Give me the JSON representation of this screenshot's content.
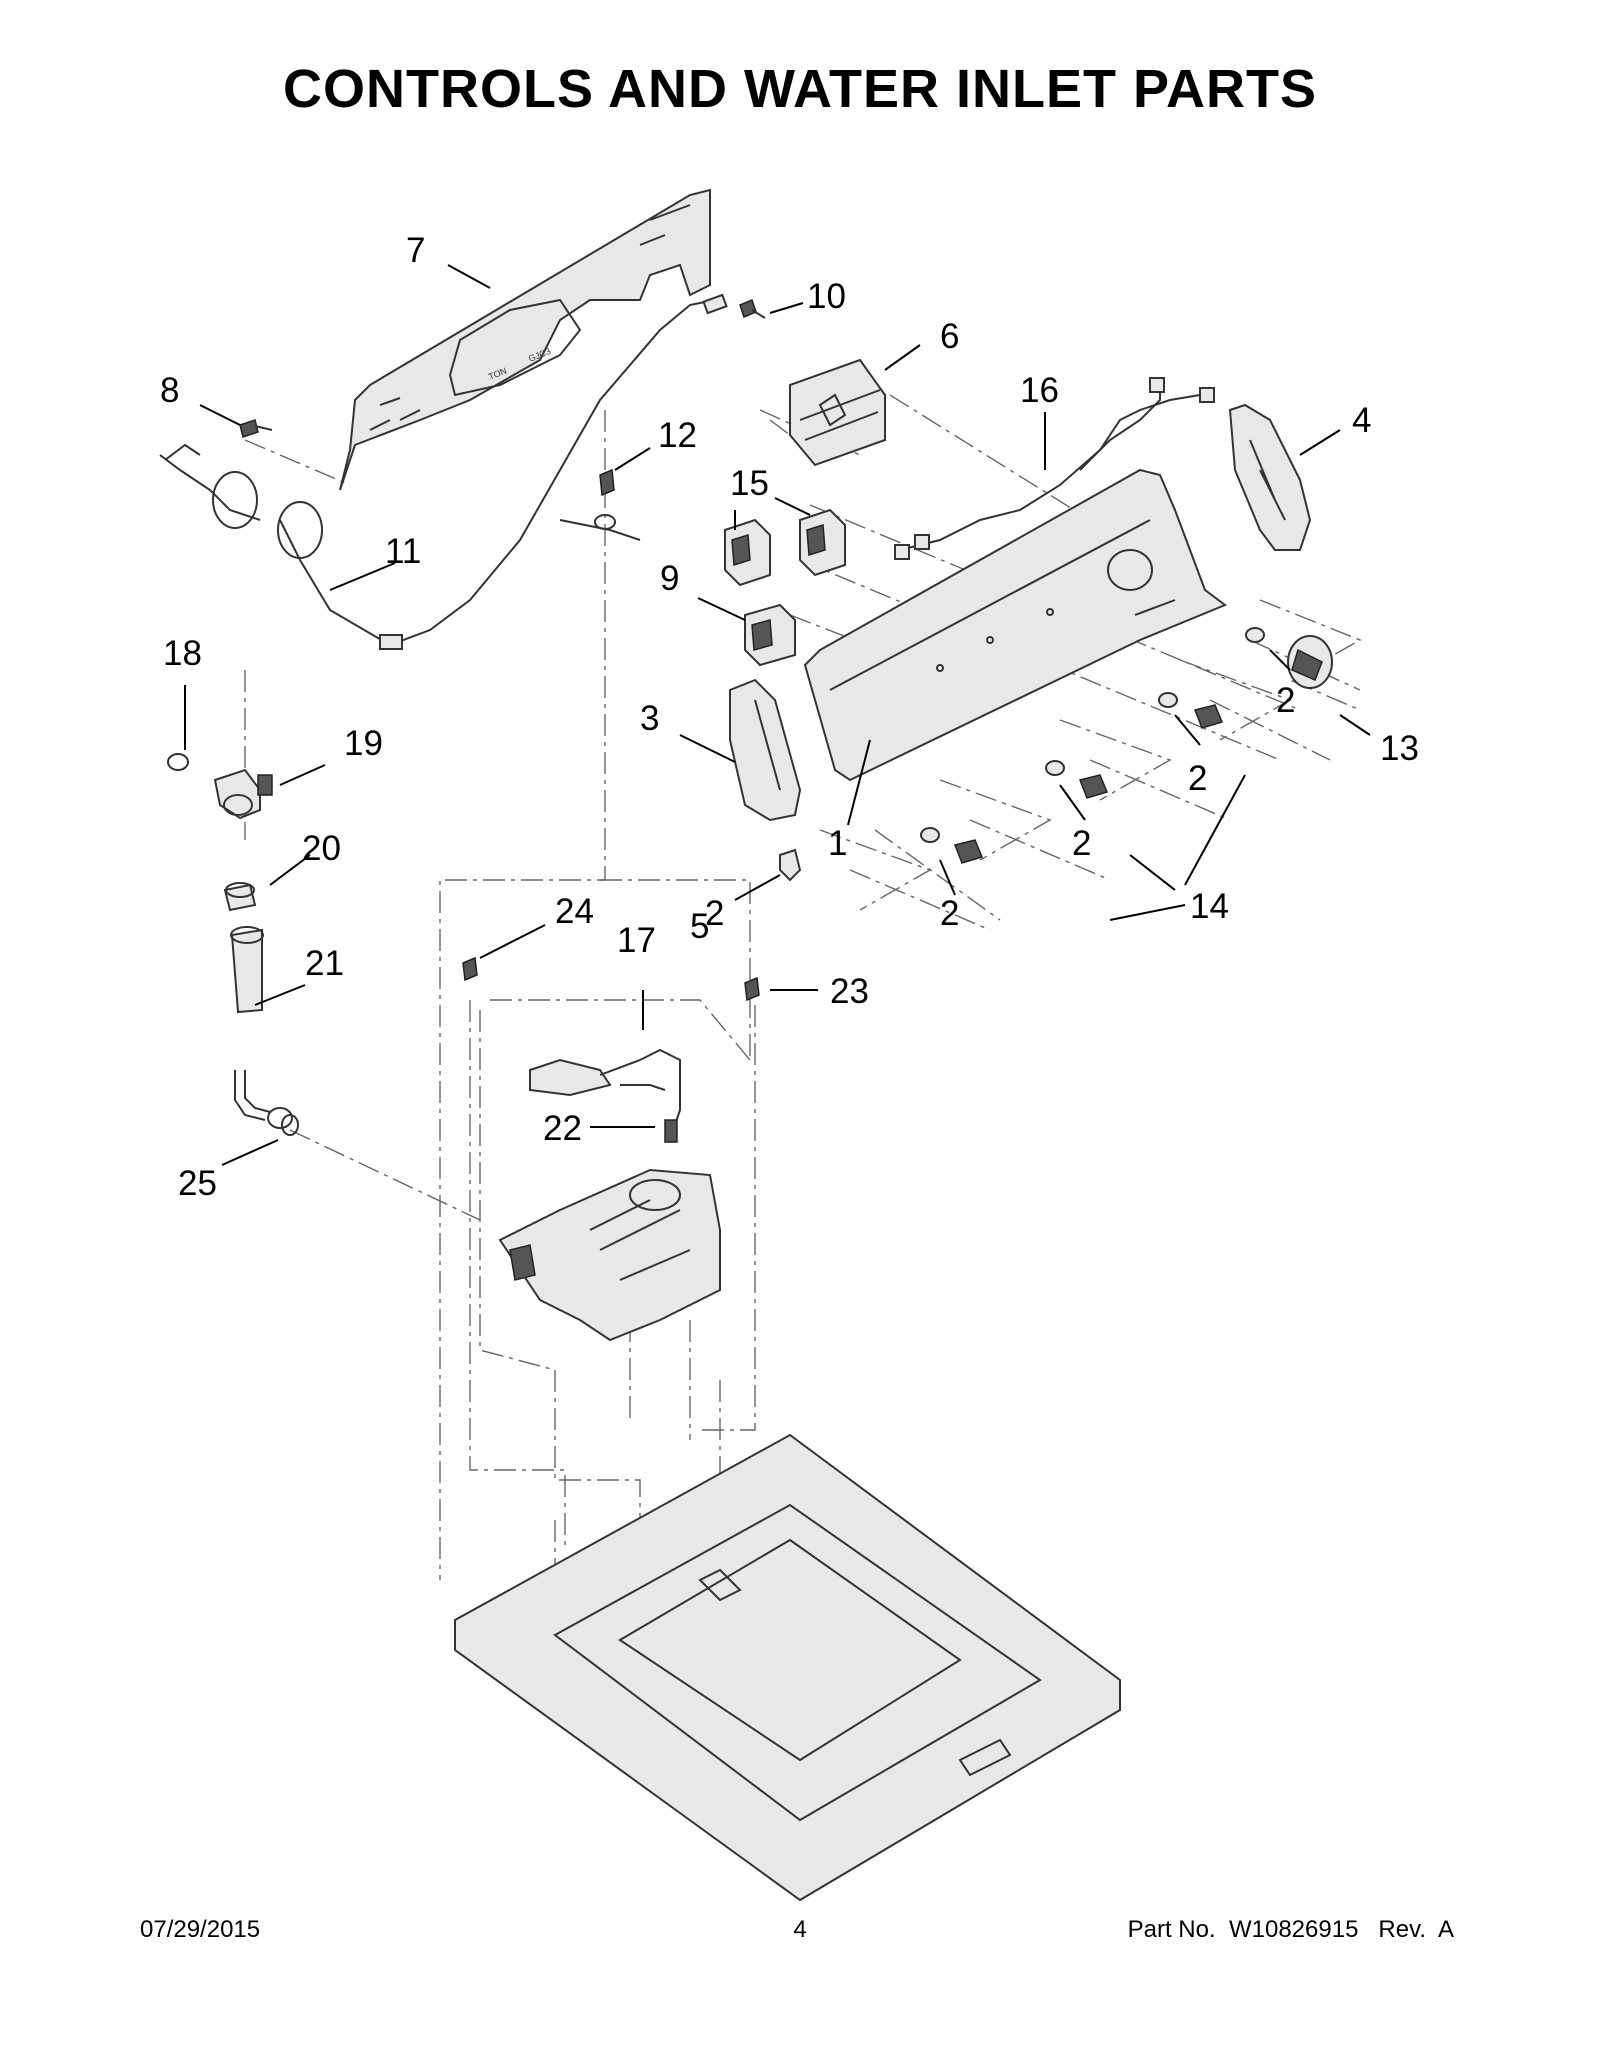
{
  "title": "CONTROLS AND WATER INLET PARTS",
  "callouts": [
    {
      "label": "7"
    },
    {
      "label": "10"
    },
    {
      "label": "6"
    },
    {
      "label": "8"
    },
    {
      "label": "16"
    },
    {
      "label": "4"
    },
    {
      "label": "12"
    },
    {
      "label": "15"
    },
    {
      "label": "11"
    },
    {
      "label": "9"
    },
    {
      "label": "18"
    },
    {
      "label": "3"
    },
    {
      "label": "2"
    },
    {
      "label": "2"
    },
    {
      "label": "13"
    },
    {
      "label": "19"
    },
    {
      "label": "2"
    },
    {
      "label": "2"
    },
    {
      "label": "1"
    },
    {
      "label": "20"
    },
    {
      "label": "5"
    },
    {
      "label": "2"
    },
    {
      "label": "14"
    },
    {
      "label": "24"
    },
    {
      "label": "17"
    },
    {
      "label": "21"
    },
    {
      "label": "23"
    },
    {
      "label": "22"
    },
    {
      "label": "25"
    }
  ],
  "footer": {
    "date": "07/29/2015",
    "page": "4",
    "part": "Part No.  W10826915   Rev.  A"
  }
}
